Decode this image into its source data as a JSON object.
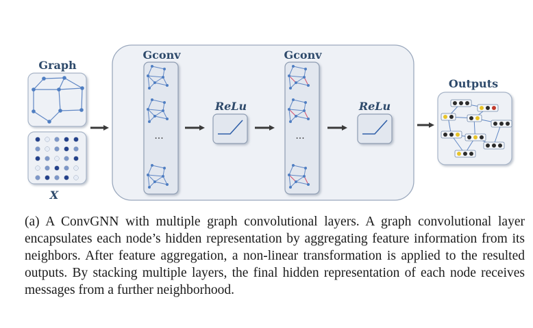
{
  "labels": {
    "graph": "Graph",
    "x": "X",
    "gconv_1": "Gconv",
    "gconv_2": "Gconv",
    "relu_1": "ReLu",
    "relu_2": "ReLu",
    "outputs": "Outputs",
    "ellipsis_1": "...",
    "ellipsis_2": "..."
  },
  "caption": "(a) A ConvGNN with multiple graph convolutional layers. A graph convolutional layer encapsulates each node’s hidden representation by aggregating feature information from its neighbors. After feature aggregation, a non-linear transformation is applied to the resulted outputs. By stacking multiple layers, the final hidden representation of each node receives messages from a further neighborhood.",
  "colors": {
    "panel_fill": "#eef1f6",
    "panel_stroke": "#9aa8bd",
    "node": "#4f7ec2",
    "edge": "#5f86c4",
    "highlight_edge": "#d24a6a",
    "label": "#2e4a6b",
    "feature_dark": "#23408a",
    "feature_mid": "#7d97c8",
    "feature_light": "#e6ecf6",
    "output_yellow": "#e6c229",
    "output_red": "#c0392b",
    "output_dark": "#2b2b2b"
  }
}
